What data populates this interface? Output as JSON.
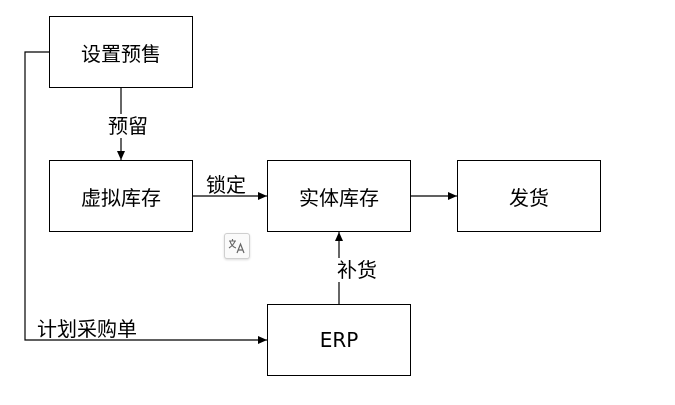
{
  "nodes": {
    "presale": "设置预售",
    "virtual_stock": "虚拟库存",
    "physical_stock": "实体库存",
    "shipping": "发货",
    "erp": "ERP"
  },
  "edges": {
    "reserve": "预留",
    "lock": "锁定",
    "restock": "补货",
    "purchase_plan": "计划采购单"
  },
  "icons": {
    "overlay": "translate-icon"
  },
  "colors": {
    "line": "#000000",
    "box_fill": "#ffffff"
  }
}
